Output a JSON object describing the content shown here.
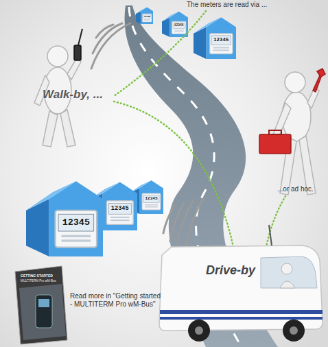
{
  "diagram": {
    "labels": [
      "The meters are read via ...",
      "Walk-by, ...",
      "...or ad hoc.",
      "Drive-by",
      "Read more in \"Getting started - MULTITERM Pro wM-Bus\"",
      "GETTING STARTED",
      "MULTITERM Pro wM-Bus",
      "12345",
      "12345",
      "12345",
      "12345",
      "12345",
      "12345"
    ]
  }
}
